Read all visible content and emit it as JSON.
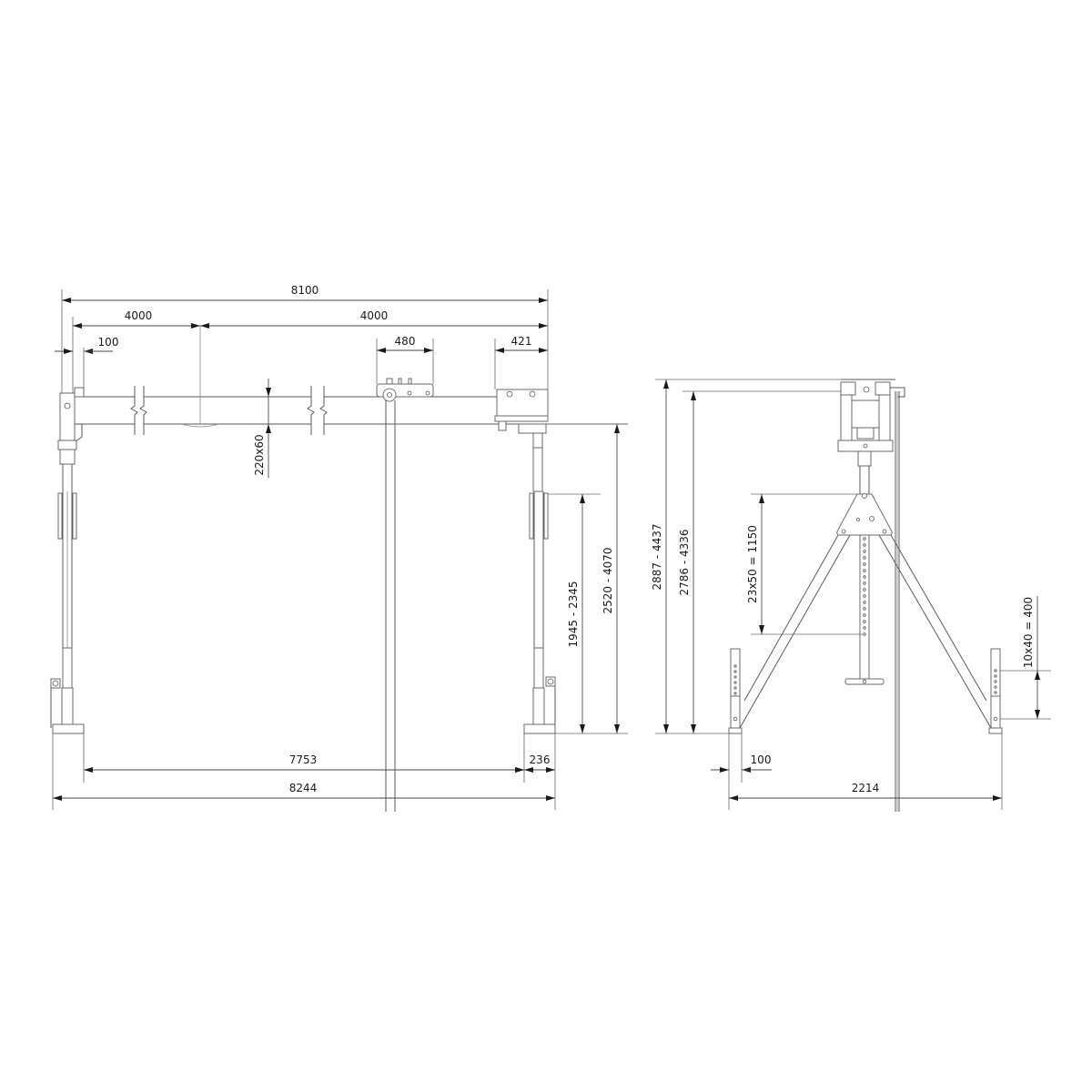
{
  "drawing": {
    "title": "Gantry crane dimension drawing",
    "line_color": "#5a5a5a",
    "text_color": "#1a1a1a",
    "background": "#ffffff"
  },
  "front_view": {
    "dimensions": {
      "overall_beam": "8100",
      "left_span": "4000",
      "right_span": "4000",
      "end_offset": "100",
      "trolley_width": "480",
      "hoist_width": "421",
      "beam_section": "220x60",
      "lower_height": "1945 - 2345",
      "beam_height": "2520 - 4070",
      "inner_foot_span": "7753",
      "foot_width": "236",
      "overall_width": "8244"
    }
  },
  "side_view": {
    "dimensions": {
      "total_height": "2887 - 4437",
      "beam_top_height": "2786 - 4336",
      "column_hole_pattern": "23x50 = 1150",
      "leg_hole_pattern": "10x40 = 400",
      "foot_width": "100",
      "base_width": "2214"
    }
  }
}
